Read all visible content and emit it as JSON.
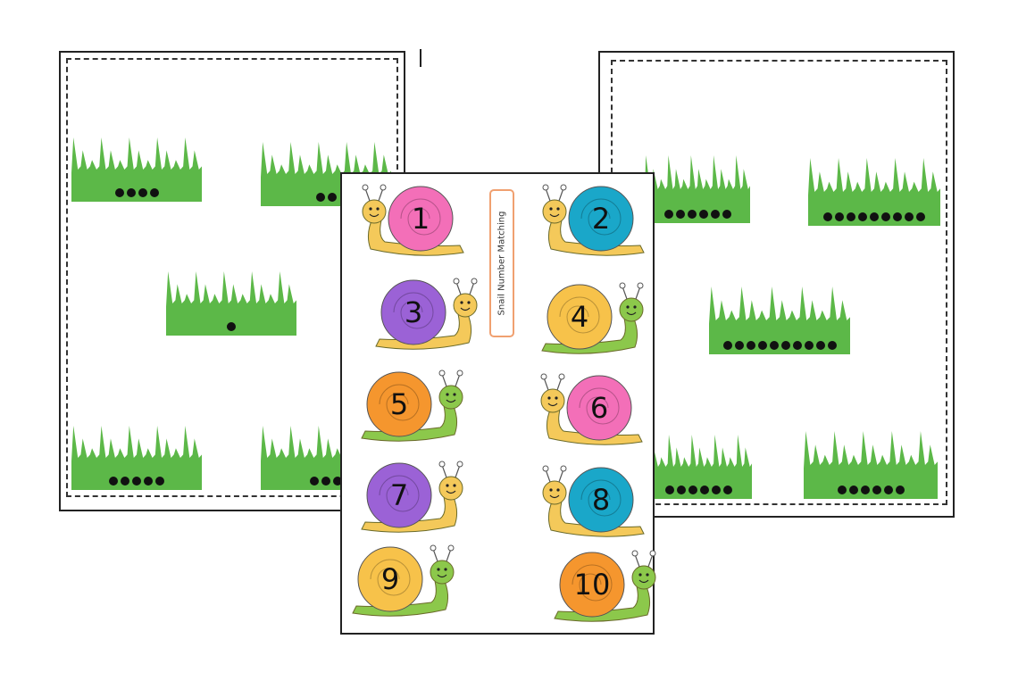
{
  "title": "Snail Number Matching",
  "colors": {
    "grass": "#5cb848",
    "grass_dark": "#3e9a34",
    "pink": "#f36fb8",
    "blue": "#1aa7c9",
    "purple": "#9b62d6",
    "yellow": "#f7c24a",
    "orange": "#f5962e",
    "body_yellow": "#f4c95a",
    "body_green": "#8cc84b"
  },
  "left_sheet": {
    "grass_cards": [
      {
        "dots": 4
      },
      {
        "dots": 2
      },
      {
        "dots": 1
      },
      {
        "dots": 5
      },
      {
        "dots": 3
      }
    ]
  },
  "right_sheet": {
    "grass_cards": [
      {
        "dots": 6
      },
      {
        "dots": 9
      },
      {
        "dots": 10
      },
      {
        "dots": 6
      },
      {
        "dots": 6
      }
    ]
  },
  "snails": [
    {
      "number": "1",
      "shell": "pink",
      "body": "yellow"
    },
    {
      "number": "2",
      "shell": "blue",
      "body": "yellow"
    },
    {
      "number": "3",
      "shell": "purple",
      "body": "yellow"
    },
    {
      "number": "4",
      "shell": "yellow",
      "body": "green"
    },
    {
      "number": "5",
      "shell": "orange",
      "body": "green"
    },
    {
      "number": "6",
      "shell": "pink",
      "body": "yellow"
    },
    {
      "number": "7",
      "shell": "purple",
      "body": "yellow"
    },
    {
      "number": "8",
      "shell": "blue",
      "body": "yellow"
    },
    {
      "number": "9",
      "shell": "yellow",
      "body": "green"
    },
    {
      "number": "10",
      "shell": "orange",
      "body": "green"
    }
  ]
}
